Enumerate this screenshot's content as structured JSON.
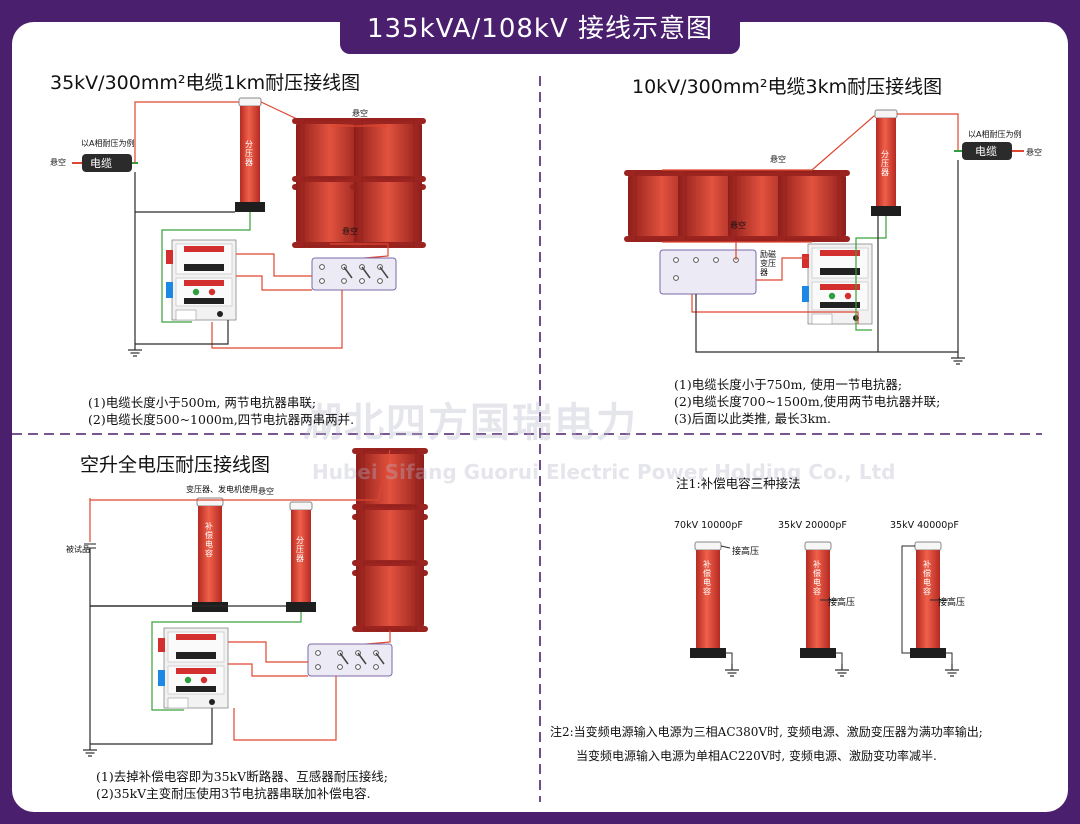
{
  "title": "135kVA/108kV 接线示意图",
  "watermark": {
    "cn": "湖北四方国瑞电力",
    "en": "Hubei Sifang Guorui Electric Power Holding Co., Ltd"
  },
  "section1": {
    "heading": "35kV/300mm²电缆1km耐压接线图",
    "notes": [
      "(1)电缆长度小于500m, 两节电抗器串联;",
      "(2)电缆长度500~1000m,四节电抗器两串两并."
    ],
    "labels": {
      "suspend": "悬空",
      "cable": "电缆",
      "cable_tag": "以A相耐压为例",
      "divider": "分压器"
    }
  },
  "section2": {
    "heading": "10kV/300mm²电缆3km耐压接线图",
    "notes": [
      "(1)电缆长度小于750m, 使用一节电抗器;",
      "(2)电缆长度700~1500m,使用两节电抗器并联;",
      "(3)后面以此类推, 最长3km."
    ],
    "labels": {
      "suspend": "悬空",
      "cable": "电缆",
      "cable_tag": "以A相耐压为例",
      "divider": "分压器",
      "exciter": "励磁变压器"
    }
  },
  "section3": {
    "heading": "空升全电压耐压接线图",
    "notes": [
      "(1)去掉补偿电容即为35kV断路器、互感器耐压接线;",
      "(2)35kV主变耐压使用3节电抗器串联加补偿电容."
    ],
    "labels": {
      "suspend": "悬空",
      "use_for": "变压器、发电机使用",
      "test_item": "被试品",
      "cap": "补偿电容",
      "divider": "分压器"
    }
  },
  "section4": {
    "heading": "注1:补偿电容三种接法",
    "caps": [
      {
        "rating": "70kV 10000pF",
        "hv": "接高压",
        "body": "补偿电容"
      },
      {
        "rating": "35kV 20000pF",
        "hv": "接高压",
        "body": "补偿电容"
      },
      {
        "rating": "35kV 40000pF",
        "hv": "接高压",
        "body": "补偿电容"
      }
    ],
    "note2": [
      "注2:当变频电源输入电源为三相AC380V时, 变频电源、激励变压器为满功率输出;",
      "当变频电源输入电源为单相AC220V时, 变频电源、激励变功率减半."
    ]
  },
  "colors": {
    "frame": "#4a1f6e",
    "wire": "#e0462f",
    "ground": "#2a2a2a",
    "green": "#3aa13a",
    "reactor": "#c9302c",
    "divider_line": "#4a1f6e"
  }
}
